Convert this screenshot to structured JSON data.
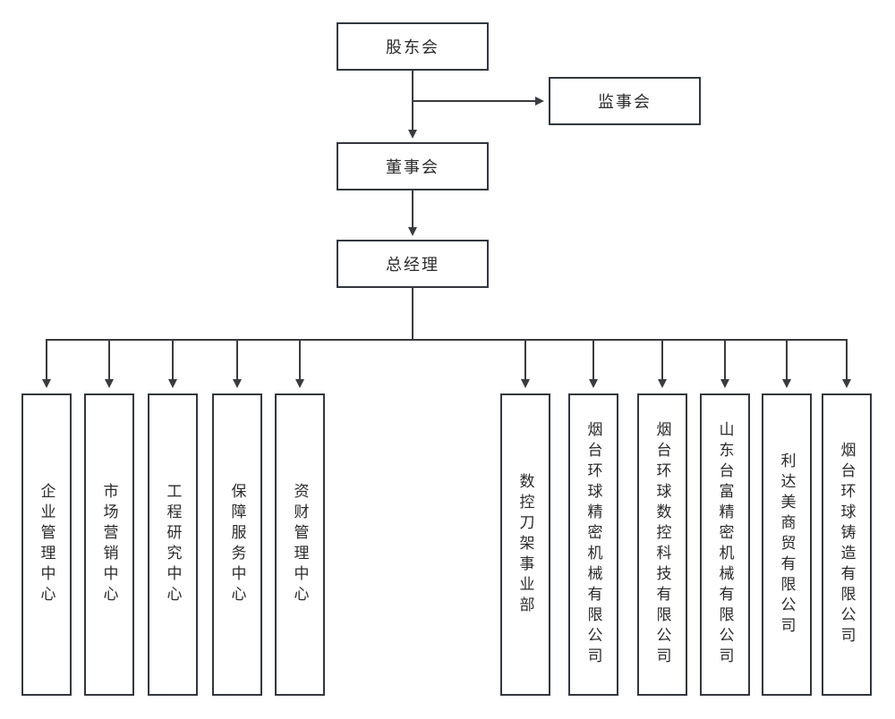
{
  "org": {
    "title": "company-organization-chart",
    "executives": [
      {
        "id": "shareholders-meeting",
        "label": "股东会"
      },
      {
        "id": "supervisory-board",
        "label": "监事会"
      },
      {
        "id": "board-of-directors",
        "label": "董事会"
      },
      {
        "id": "general-manager",
        "label": "总经理"
      }
    ],
    "units": [
      {
        "id": "enterprise-management-center",
        "label": "企业管理中心"
      },
      {
        "id": "marketing-center",
        "label": "市场营销中心"
      },
      {
        "id": "engineering-research-center",
        "label": "工程研究中心"
      },
      {
        "id": "support-service-center",
        "label": "保障服务中心"
      },
      {
        "id": "asset-management-center",
        "label": "资财管理中心"
      },
      {
        "id": "cnc-turret-division",
        "label": "数控刀架事业部"
      },
      {
        "id": "yantai-huanqiu-precision-machinery",
        "label": "烟台环球精密机械有限公司"
      },
      {
        "id": "yantai-huanqiu-cnc-technology",
        "label": "烟台环球数控科技有限公司"
      },
      {
        "id": "shandong-taifu-precision-machinery",
        "label": "山东台富精密机械有限公司"
      },
      {
        "id": "lidamei-trading",
        "label": "利达美商贸有限公司"
      },
      {
        "id": "yantai-huanqiu-casting",
        "label": "烟台环球铸造有限公司"
      }
    ],
    "colors": {
      "line": "#3a3b3e",
      "border": "#33373d",
      "text": "#2b2b2b",
      "fill": "#ffffff",
      "background": "#ffffff"
    }
  }
}
